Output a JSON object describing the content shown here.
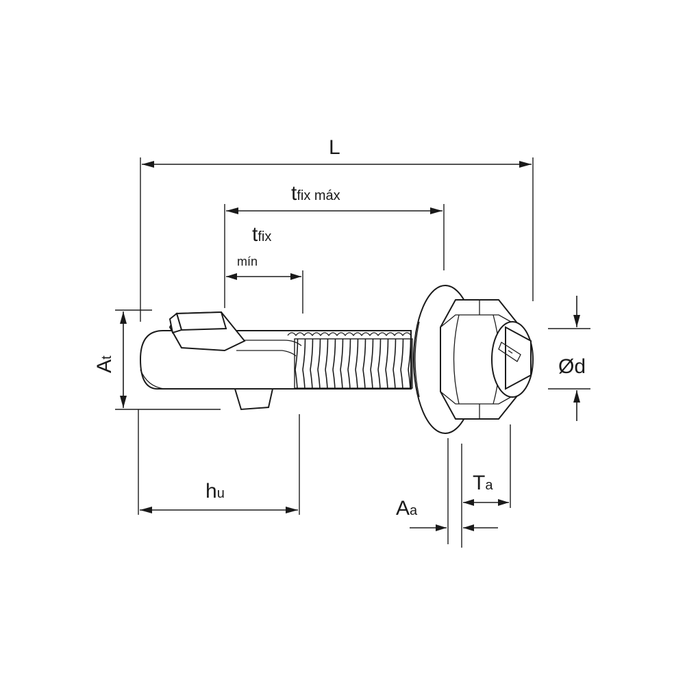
{
  "labels": {
    "L": "L",
    "tfix_max_main": "t",
    "tfix_max_sub": "fix máx",
    "tfix_main": "t",
    "tfix_sub": "fix",
    "min": "mín",
    "At_main": "A",
    "At_sub": "t",
    "od": "Ød",
    "hu_main": "h",
    "hu_sub": "u",
    "Ta_main": "T",
    "Ta_sub": "a",
    "Aa_main": "A",
    "Aa_sub": "a"
  },
  "colors": {
    "line": "#1a1a1a",
    "background": "#ffffff"
  }
}
